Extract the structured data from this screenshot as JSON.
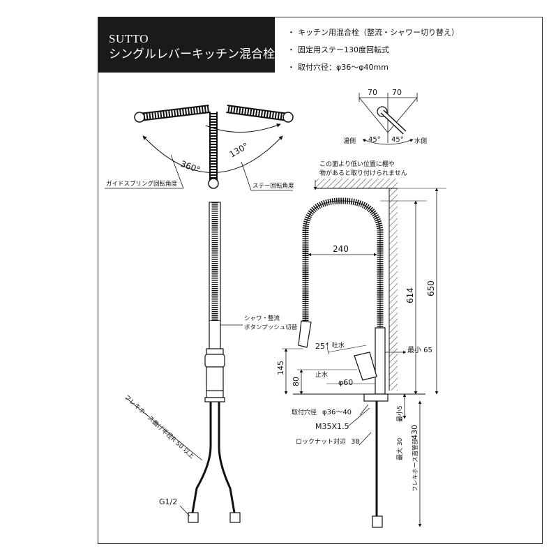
{
  "title": {
    "series": "SUTTO",
    "name": "シングルレバーキッチン混合栓"
  },
  "specs": [
    "キッチン用混合栓（整流・シャワー切り替え）",
    "固定用ステー130度回転式",
    "取付穴径：φ36〜φ40mm"
  ],
  "top_view": {
    "angle_guide": "360°",
    "angle_stay": "130°",
    "label_guide_spring": "ガイドスプリング回転角度",
    "label_stay": "ステー回転角度"
  },
  "lever_view": {
    "dim_left": "70",
    "dim_right": "70",
    "angle_left": "45°",
    "angle_right": "45°",
    "label_hot": "湯側",
    "label_cold": "水側"
  },
  "front_view": {
    "label_shower_toggle_1": "シャワ・整流",
    "label_shower_toggle_2": "ボタンプッシュ切替",
    "label_hose_bend": "フレキホース曲げ半径R 50 以上",
    "label_g12": "G1/2"
  },
  "side_view": {
    "note_line1": "この面より低い位置に棚や",
    "note_line2": "物があると取り付けられません",
    "dim_240": "240",
    "dim_614": "614",
    "dim_650": "650",
    "dim_min65": "最小 65",
    "dim_25": "25°",
    "label_spout": "吐水",
    "label_stop": "止水",
    "dim_145": "145",
    "dim_80": "80",
    "dim_phi60": "φ60",
    "label_hole": "取付穴径",
    "dim_hole": "φ36〜40",
    "dim_thread": "M35X1.5",
    "label_locknut": "ロックナット対辺",
    "dim_locknut": "38",
    "dim_max30": "最大 30",
    "dim_min5": "最小5",
    "label_hose_length": "フレキホース直管部",
    "dim_430": "430"
  }
}
